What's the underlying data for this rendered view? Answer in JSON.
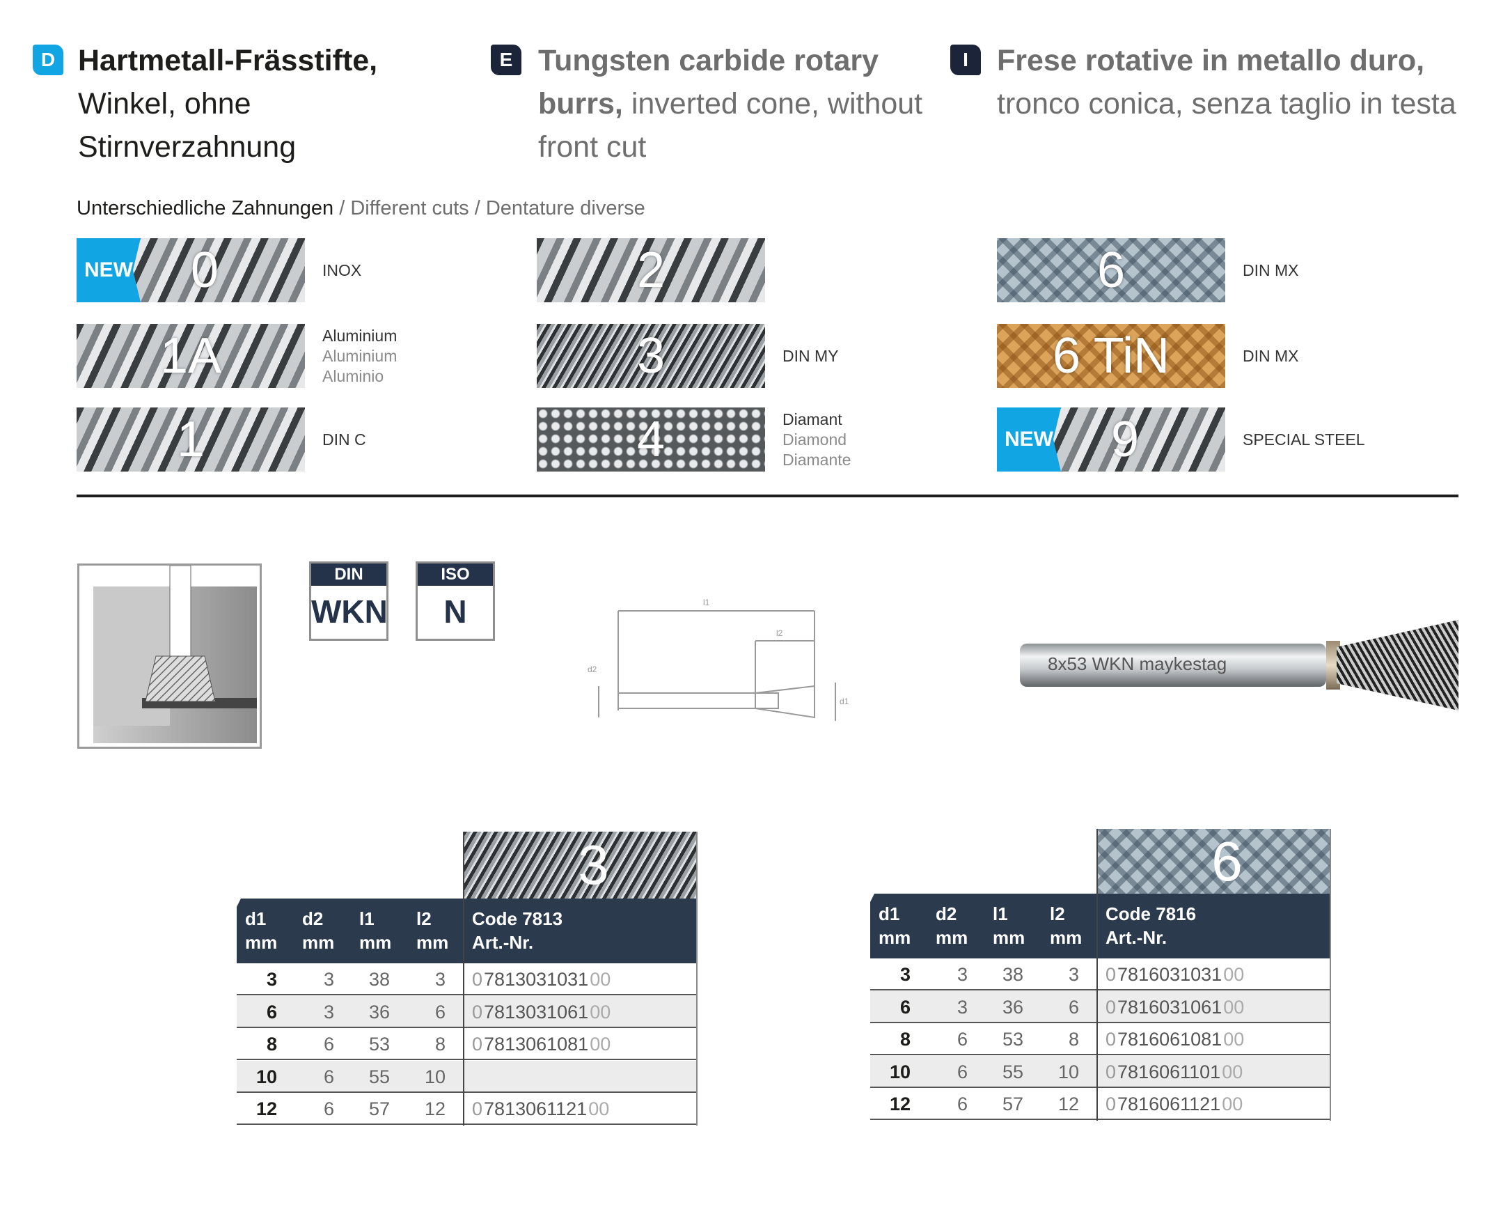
{
  "headings": [
    {
      "badge": "D",
      "badge_color": "#12a5e3",
      "bold": "Hartmetall-Frässtifte,",
      "rest": "Winkel, ohne Stirnverzahnung"
    },
    {
      "badge": "E",
      "badge_color": "#1b2438",
      "bold": "Tungsten carbide rotary burrs,",
      "rest": "inverted cone, without front cut"
    },
    {
      "badge": "I",
      "badge_color": "#1b2438",
      "bold": "Frese rotative in metallo duro,",
      "rest": "tronco conica, senza taglio in testa"
    }
  ],
  "cuts_title": {
    "de": "Unterschiedliche Zahnungen",
    "rest": " / Different cuts / Dentature diverse"
  },
  "cuts": [
    {
      "code": "0",
      "new": "NEW",
      "label": [
        "INOX"
      ]
    },
    {
      "code": "1A",
      "label": [
        "Aluminium",
        "Aluminium",
        "Aluminio"
      ]
    },
    {
      "code": "1",
      "label": [
        "DIN C"
      ]
    },
    {
      "code": "2",
      "label": []
    },
    {
      "code": "3",
      "label": [
        "DIN MY"
      ]
    },
    {
      "code": "4",
      "label": [
        "Diamant",
        "Diamond",
        "Diamante"
      ]
    },
    {
      "code": "6",
      "label": [
        "DIN MX"
      ]
    },
    {
      "code": "6 TiN",
      "label": [
        "DIN MX"
      ]
    },
    {
      "code": "9",
      "new": "NEW",
      "label": [
        "SPECIAL STEEL"
      ]
    }
  ],
  "standards": [
    {
      "head": "DIN",
      "value": "WKN"
    },
    {
      "head": "ISO",
      "value": "N"
    }
  ],
  "tool_engraving": "8x53 WKN  maykestag",
  "drawing_labels": {
    "l1": "l1",
    "l2": "l2",
    "d1": "d1",
    "d2": "d2"
  },
  "tables": [
    {
      "cut": "3",
      "code": "Code 7813",
      "art": "Art.-Nr.",
      "cols": [
        [
          "d1",
          "mm"
        ],
        [
          "d2",
          "mm"
        ],
        [
          "l1",
          "mm"
        ],
        [
          "l2",
          "mm"
        ]
      ],
      "rows": [
        [
          "3",
          "3",
          "38",
          "3",
          "0",
          "7813031031",
          "00"
        ],
        [
          "6",
          "3",
          "36",
          "6",
          "0",
          "7813031061",
          "00"
        ],
        [
          "8",
          "6",
          "53",
          "8",
          "0",
          "7813061081",
          "00"
        ],
        [
          "10",
          "6",
          "55",
          "10",
          "",
          "",
          ""
        ],
        [
          "12",
          "6",
          "57",
          "12",
          "0",
          "7813061121",
          "00"
        ]
      ]
    },
    {
      "cut": "6",
      "code": "Code 7816",
      "art": "Art.-Nr.",
      "cols": [
        [
          "d1",
          "mm"
        ],
        [
          "d2",
          "mm"
        ],
        [
          "l1",
          "mm"
        ],
        [
          "l2",
          "mm"
        ]
      ],
      "rows": [
        [
          "3",
          "3",
          "38",
          "3",
          "0",
          "7816031031",
          "00"
        ],
        [
          "6",
          "3",
          "36",
          "6",
          "0",
          "7816031061",
          "00"
        ],
        [
          "8",
          "6",
          "53",
          "8",
          "0",
          "7816061081",
          "00"
        ],
        [
          "10",
          "6",
          "55",
          "10",
          "0",
          "7816061101",
          "00"
        ],
        [
          "12",
          "6",
          "57",
          "12",
          "0",
          "7816061121",
          "00"
        ]
      ]
    }
  ]
}
